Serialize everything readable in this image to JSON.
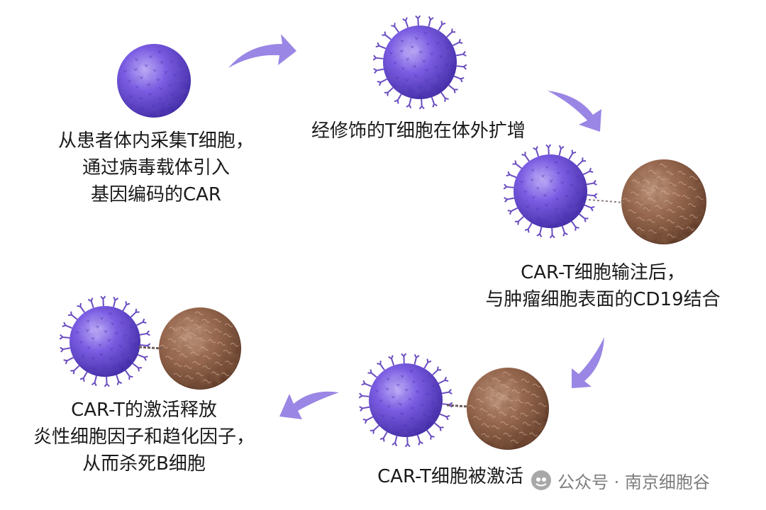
{
  "steps": [
    {
      "lines": [
        "从患者体内采集T细胞，",
        "通过病毒载体引入",
        "基因编码的CAR"
      ]
    },
    {
      "lines": [
        "经修饰的T细胞在体外扩增"
      ]
    },
    {
      "lines": [
        "CAR-T细胞输注后，",
        "与肿瘤细胞表面的CD19结合"
      ]
    },
    {
      "lines": [
        "CAR-T的激活释放",
        "炎性细胞因子和趋化因子，",
        "从而杀死B细胞"
      ]
    },
    {
      "lines": [
        "CAR-T细胞被激活"
      ]
    }
  ],
  "watermark": {
    "text": "公众号 · 南京细胞谷"
  },
  "colors": {
    "t_cell": "#7a5de8",
    "t_cell_dark": "#3f2aa8",
    "tumor_cell": "#9c6a52",
    "tumor_cell_dark": "#5a3525",
    "arrow": "#9a86e4",
    "receptor": "#6a4cc0"
  }
}
